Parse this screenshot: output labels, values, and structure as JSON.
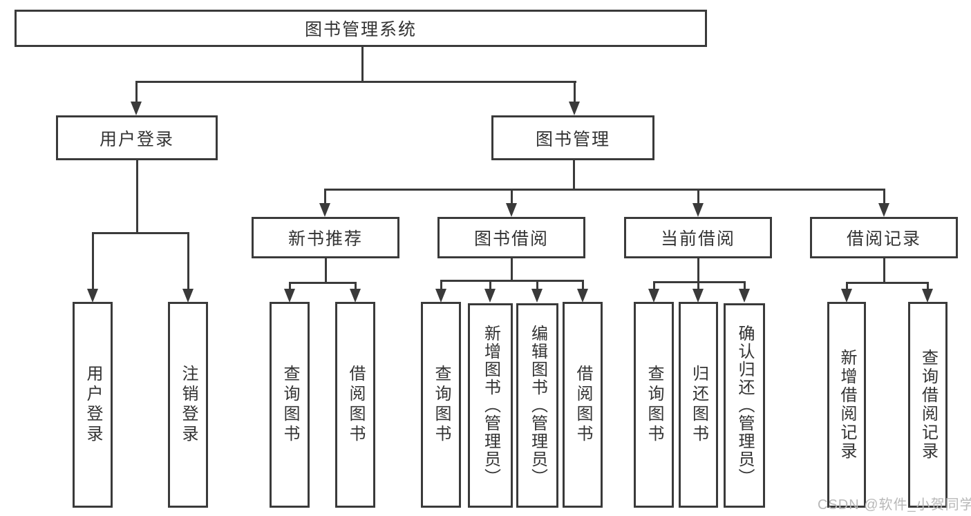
{
  "diagram": {
    "root": "图书管理系统",
    "level2": {
      "user": "用户登录",
      "book": "图书管理"
    },
    "level3": {
      "recommend": "新书推荐",
      "borrow": "图书借阅",
      "current": "当前借阅",
      "records": "借阅记录"
    },
    "leaves": {
      "user": [
        "用户登录",
        "注销登录"
      ],
      "recommend": [
        "查询图书",
        "借阅图书"
      ],
      "borrow": [
        "查询图书",
        "新增图书（管理员）",
        "编辑图书（管理员）",
        "借阅图书"
      ],
      "current": [
        "查询图书",
        "归还图书",
        "确认归还（管理员）"
      ],
      "records": [
        "新增借阅记录",
        "查询借阅记录"
      ]
    },
    "watermark": "CSDN @软件_小贺同学",
    "colors": {
      "line": "#3a3a3a",
      "text": "#333333",
      "watermark": "#b8b8b8",
      "background": "#ffffff"
    }
  }
}
